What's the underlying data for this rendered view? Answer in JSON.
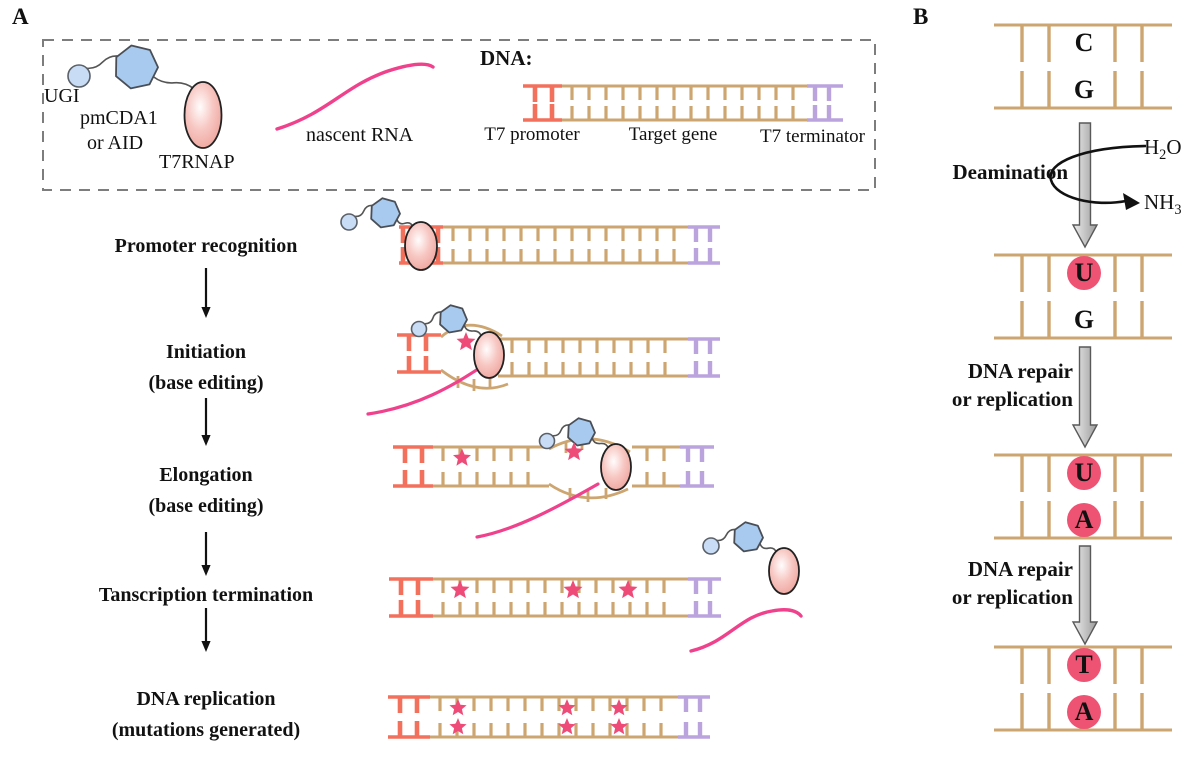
{
  "figure": {
    "panel_a_label": "A",
    "panel_b_label": "B"
  },
  "legend": {
    "ugi_label": "UGI",
    "deaminase_label_line1": "pmCDA1",
    "deaminase_label_line2": "or AID",
    "polymerase_label": "T7RNAP",
    "nascent_rna_label": "nascent RNA",
    "dna_heading": "DNA:",
    "t7_promoter_label": "T7 promoter",
    "target_gene_label": "Target gene",
    "t7_terminator_label": "T7 terminator"
  },
  "steps": [
    {
      "lines": [
        "Promoter recognition"
      ]
    },
    {
      "lines": [
        "Initiation",
        "(base editing)"
      ]
    },
    {
      "lines": [
        "Elongation",
        "(base editing)"
      ]
    },
    {
      "lines": [
        "Tanscription termination"
      ]
    },
    {
      "lines": [
        "DNA replication",
        "(mutations generated)"
      ]
    }
  ],
  "panel_b": {
    "deamination_label": "Deamination",
    "h2o": {
      "pre": "H",
      "sub": "2",
      "post": "O"
    },
    "nh3": {
      "pre": "NH",
      "sub": "3",
      "post": ""
    },
    "repair_label_line1": "DNA repair",
    "repair_label_line2": "or replication",
    "stages": [
      {
        "top_base": "C",
        "bottom_base": "G",
        "top_highlighted": false,
        "bottom_highlighted": false
      },
      {
        "top_base": "U",
        "bottom_base": "G",
        "top_highlighted": true,
        "bottom_highlighted": false
      },
      {
        "top_base": "U",
        "bottom_base": "A",
        "top_highlighted": true,
        "bottom_highlighted": true
      },
      {
        "top_base": "T",
        "bottom_base": "A",
        "top_highlighted": true,
        "bottom_highlighted": true
      }
    ]
  },
  "colors": {
    "dna_backbone_tan": "#CDA571",
    "t7_promoter_orange": "#F2705C",
    "t7_terminator_purple": "#BBA4DE",
    "mutation_star_pink": "#EE4B78",
    "rna_pink": "#F0418C",
    "deaminase_blue": "#A8CAEF",
    "ugi_blue": "#C8DCF5",
    "t7rnap_pink": "#EC9A92",
    "base_circle_pink": "#EE5374",
    "arrow_gray": "#B9B9B9",
    "text_black": "#111111"
  }
}
